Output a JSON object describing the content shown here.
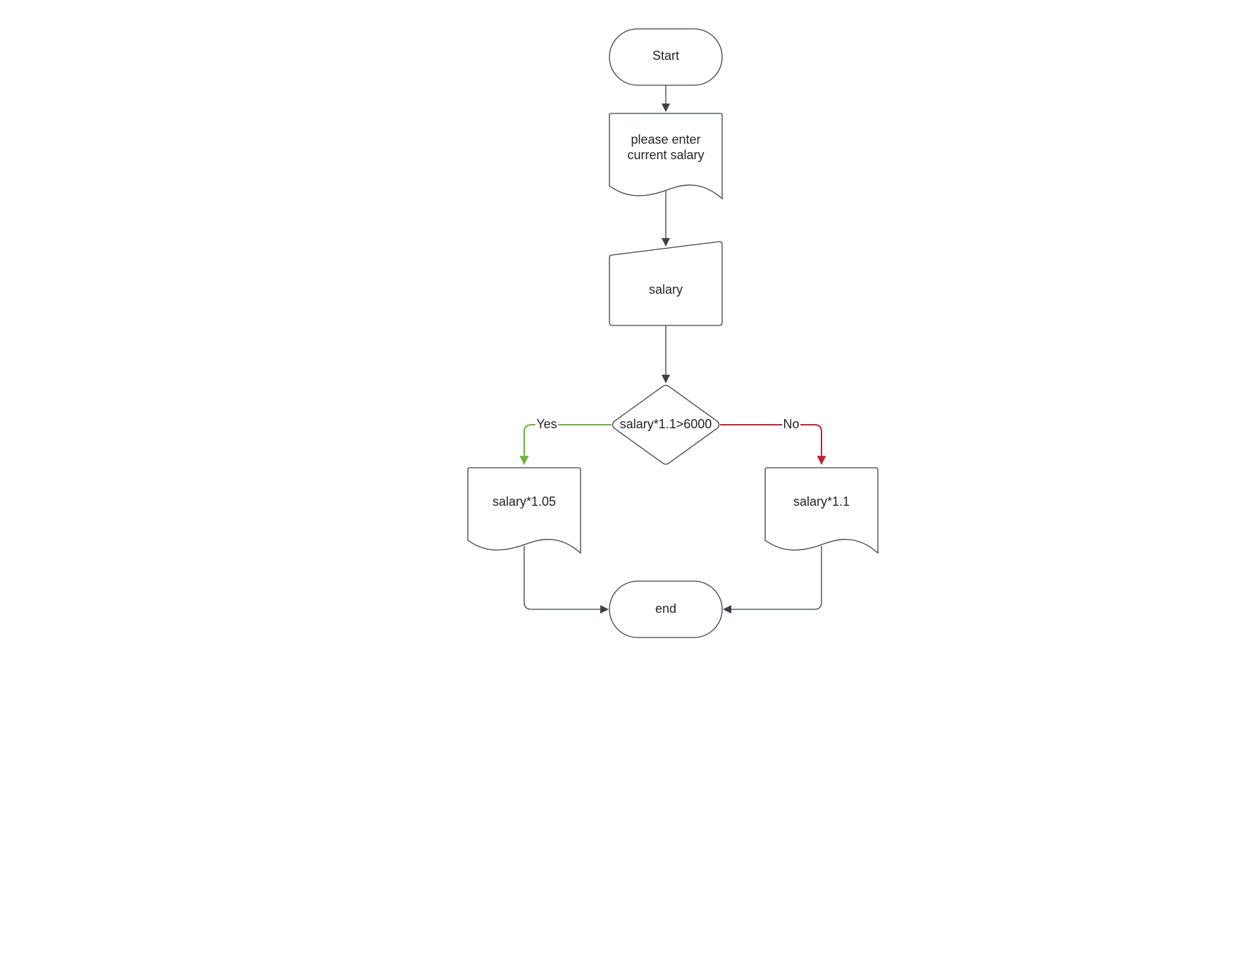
{
  "diagram": {
    "colors": {
      "stroke": "#3a414a",
      "yes_branch": "#6db33f",
      "no_branch": "#c8202f",
      "background": "#ffffff"
    },
    "nodes": {
      "start": {
        "shape": "terminator",
        "label": "Start"
      },
      "prompt": {
        "shape": "document",
        "line1": "please enter",
        "line2": "current salary"
      },
      "input": {
        "shape": "manual-input",
        "label": "salary"
      },
      "decision": {
        "shape": "decision",
        "label": "salary*1.1>6000"
      },
      "yes_calc": {
        "shape": "document",
        "label": "salary*1.05"
      },
      "no_calc": {
        "shape": "document",
        "label": "salary*1.1"
      },
      "end": {
        "shape": "terminator",
        "label": "end"
      }
    },
    "edges": {
      "yes_label": "Yes",
      "no_label": "No"
    }
  }
}
